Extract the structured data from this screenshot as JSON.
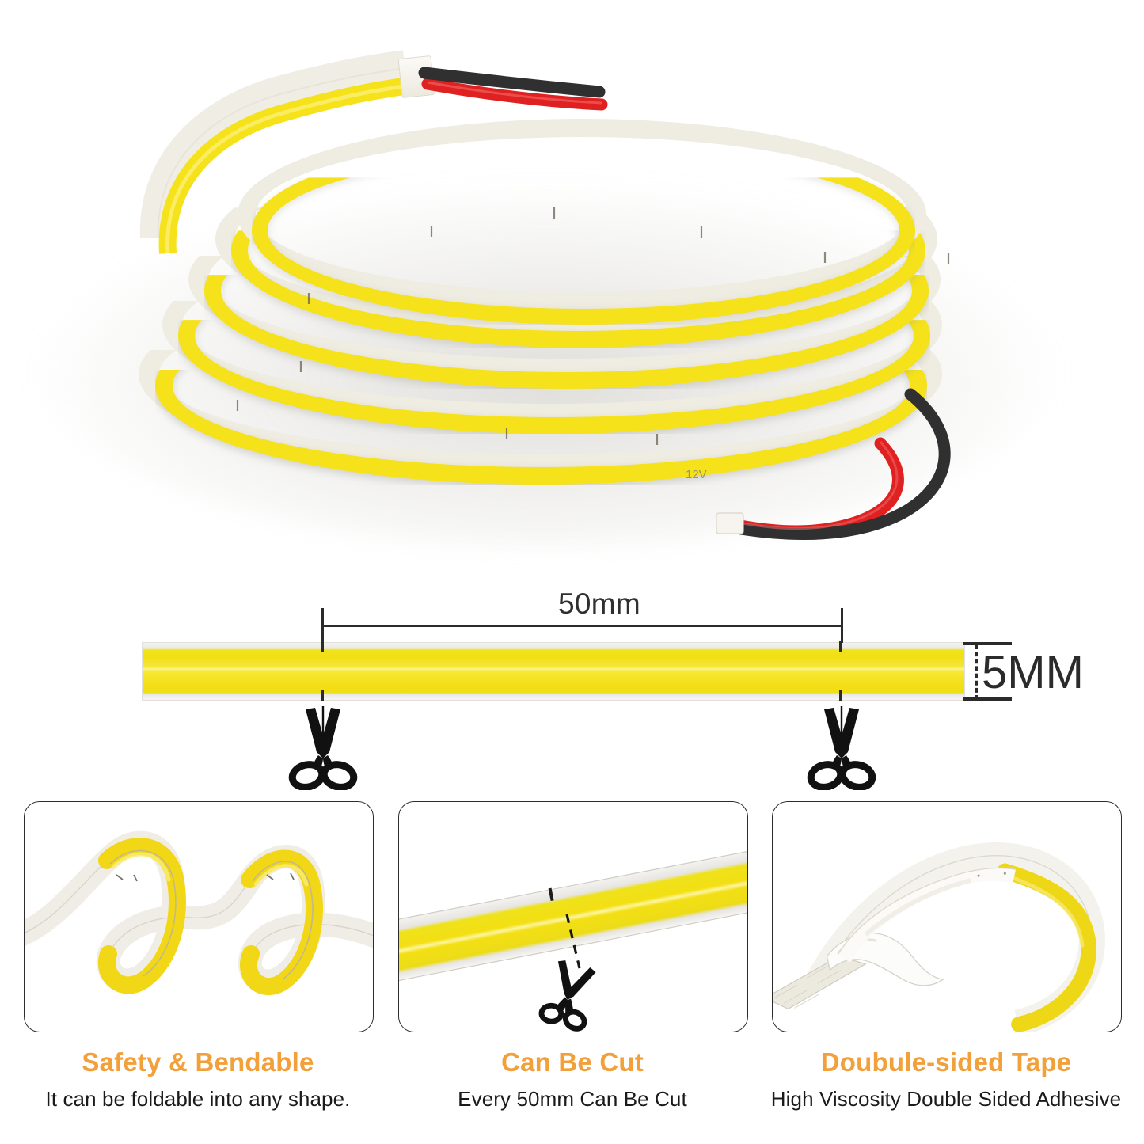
{
  "product": {
    "type": "COB LED strip light",
    "hero_alt": "Coiled yellow COB LED strip with red and black lead wires"
  },
  "diagram": {
    "cut_length_label": "50mm",
    "width_label": "5MM",
    "scissors_icon": "scissors-icon",
    "strip_colors": {
      "emitter": "#F2DE14",
      "highlight": "#FBF48E",
      "pcb_edge": "#EFECE2",
      "outline": "#C8C6C0"
    }
  },
  "features": [
    {
      "id": "bendable",
      "title": "Safety & Bendable",
      "subtitle": "It can be foldable into any shape.",
      "image_alt": "LED strip folded into a serpentine zig-zag shape"
    },
    {
      "id": "cuttable",
      "title": "Can Be Cut",
      "subtitle": "Every 50mm Can Be Cut",
      "image_alt": "Close-up of strip cut mark with dashed line to scissors"
    },
    {
      "id": "adhesive",
      "title": "Doubule-sided Tape",
      "subtitle": "High Viscosity Double Sided Adhesive",
      "image_alt": "Backing liner peeled off the double sided adhesive tape"
    }
  ],
  "colors": {
    "accent_orange": "#F2A03A",
    "text_dark": "#1A1A1A",
    "line_dark": "#2B2B2B",
    "wire_red": "#E02121",
    "wire_black": "#303030"
  }
}
